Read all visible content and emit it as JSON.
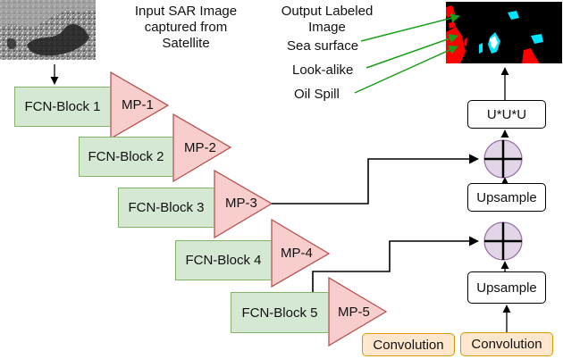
{
  "input_label": [
    "Input SAR Image",
    "captured from",
    "Satellite"
  ],
  "output_label": [
    "Output Labeled",
    "Image"
  ],
  "legend": {
    "sea": "Sea surface",
    "lookalike": "Look-alike",
    "oil": "Oil Spill"
  },
  "fcn_blocks": [
    "FCN-Block 1",
    "FCN-Block 2",
    "FCN-Block 3",
    "FCN-Block 4",
    "FCN-Block 5"
  ],
  "mp_blocks": [
    "MP-1",
    "MP-2",
    "MP-3",
    "MP-4",
    "MP-5"
  ],
  "upsample_1": "Upsample",
  "upsample_2": "Upsample",
  "uuu": "U*U*U",
  "conv_1": "Convolution",
  "conv_2": "Convolution",
  "colors": {
    "fcn_fill": "#d5e8d4",
    "fcn_stroke": "#82b366",
    "mp_fill": "#f8cecc",
    "mp_stroke": "#b85450",
    "conv_fill": "#ffe6cc",
    "conv_stroke": "#d79b00",
    "plus_fill": "#e1d5e7",
    "plus_stroke": "#9673a6",
    "legend_arrow": "#1a9e1a",
    "oil_class": "#ff0000",
    "lookalike_class": "#00e5ff",
    "sea_class": "#000000"
  }
}
